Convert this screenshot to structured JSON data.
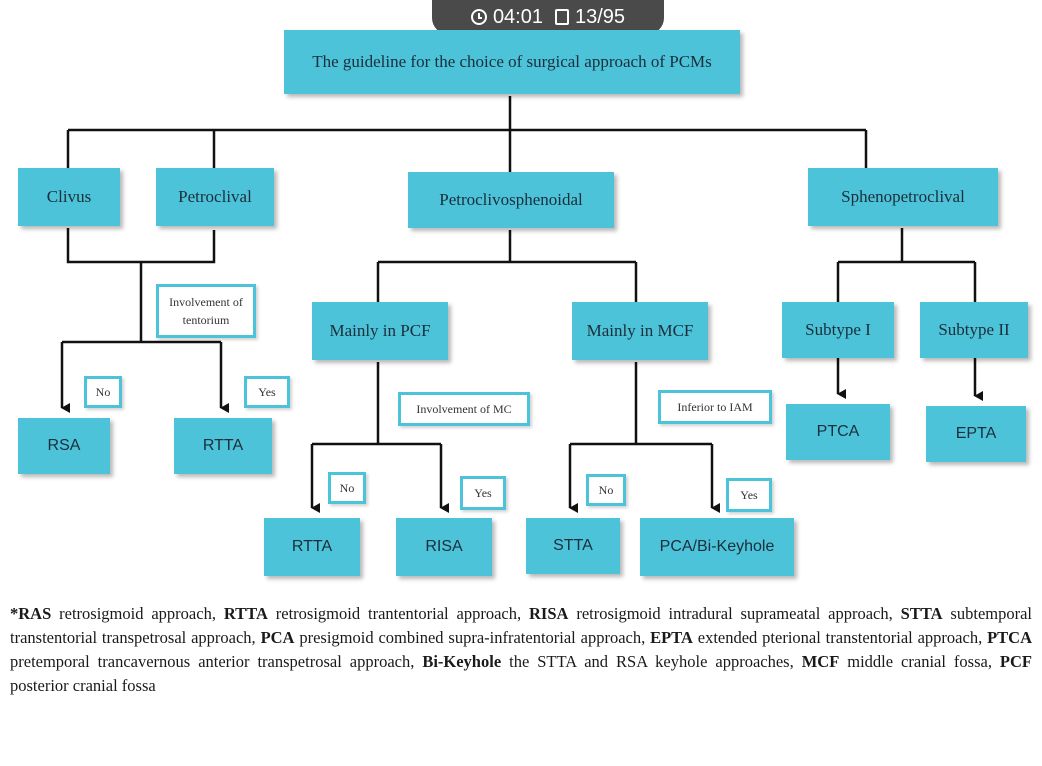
{
  "overlay": {
    "timer": "04:01",
    "slide_counter": "13/95"
  },
  "diagram": {
    "root": "The guideline for the choice of surgical approach of PCMs",
    "clivus": "Clivus",
    "petroclival": "Petroclival",
    "petroclivosphenoidal": "Petroclivosphenoidal",
    "sphenopetroclival": "Sphenopetroclival",
    "involvement_tentorium": "Involvement of tentorium",
    "no_left": "No",
    "yes_left": "Yes",
    "rsa": "RSA",
    "rtta_left": "RTTA",
    "mainly_pcf": "Mainly in PCF",
    "mainly_mcf": "Mainly in MCF",
    "involvement_mc": "Involvement of MC",
    "inferior_iam": "Inferior to IAM",
    "no_pcf": "No",
    "yes_pcf": "Yes",
    "no_mcf": "No",
    "yes_mcf": "Yes",
    "rtta_pcf": "RTTA",
    "risa": "RISA",
    "stta": "STTA",
    "pca_bikeyhole": "PCA/Bi-Keyhole",
    "subtype1": "Subtype I",
    "subtype2": "Subtype II",
    "ptca": "PTCA",
    "epta": "EPTA"
  },
  "legend": [
    {
      "abbr": "*RAS",
      "desc": " retrosigmoid approach, "
    },
    {
      "abbr": "RTTA",
      "desc": " retrosigmoid trantentorial approach, "
    },
    {
      "abbr": "RISA",
      "desc": " retrosigmoid intradural suprameatal approach, "
    },
    {
      "abbr": "STTA",
      "desc": " subtemporal transtentorial transpetrosal approach, "
    },
    {
      "abbr": "PCA",
      "desc": " presigmoid combined supra-infratentorial approach, "
    },
    {
      "abbr": "EPTA",
      "desc": " extended pterional transtentorial approach, "
    },
    {
      "abbr": "PTCA",
      "desc": " pretemporal trancavernous anterior transpetrosal approach, "
    },
    {
      "abbr": "Bi-Keyhole",
      "desc": " the STTA and RSA keyhole approaches, "
    },
    {
      "abbr": "MCF",
      "desc": " middle cranial fossa, "
    },
    {
      "abbr": "PCF",
      "desc": " posterior cranial fossa"
    }
  ],
  "colors": {
    "node_fill": "#4cc3d9",
    "label_border": "#4cc3d9",
    "connector": "#111111"
  }
}
